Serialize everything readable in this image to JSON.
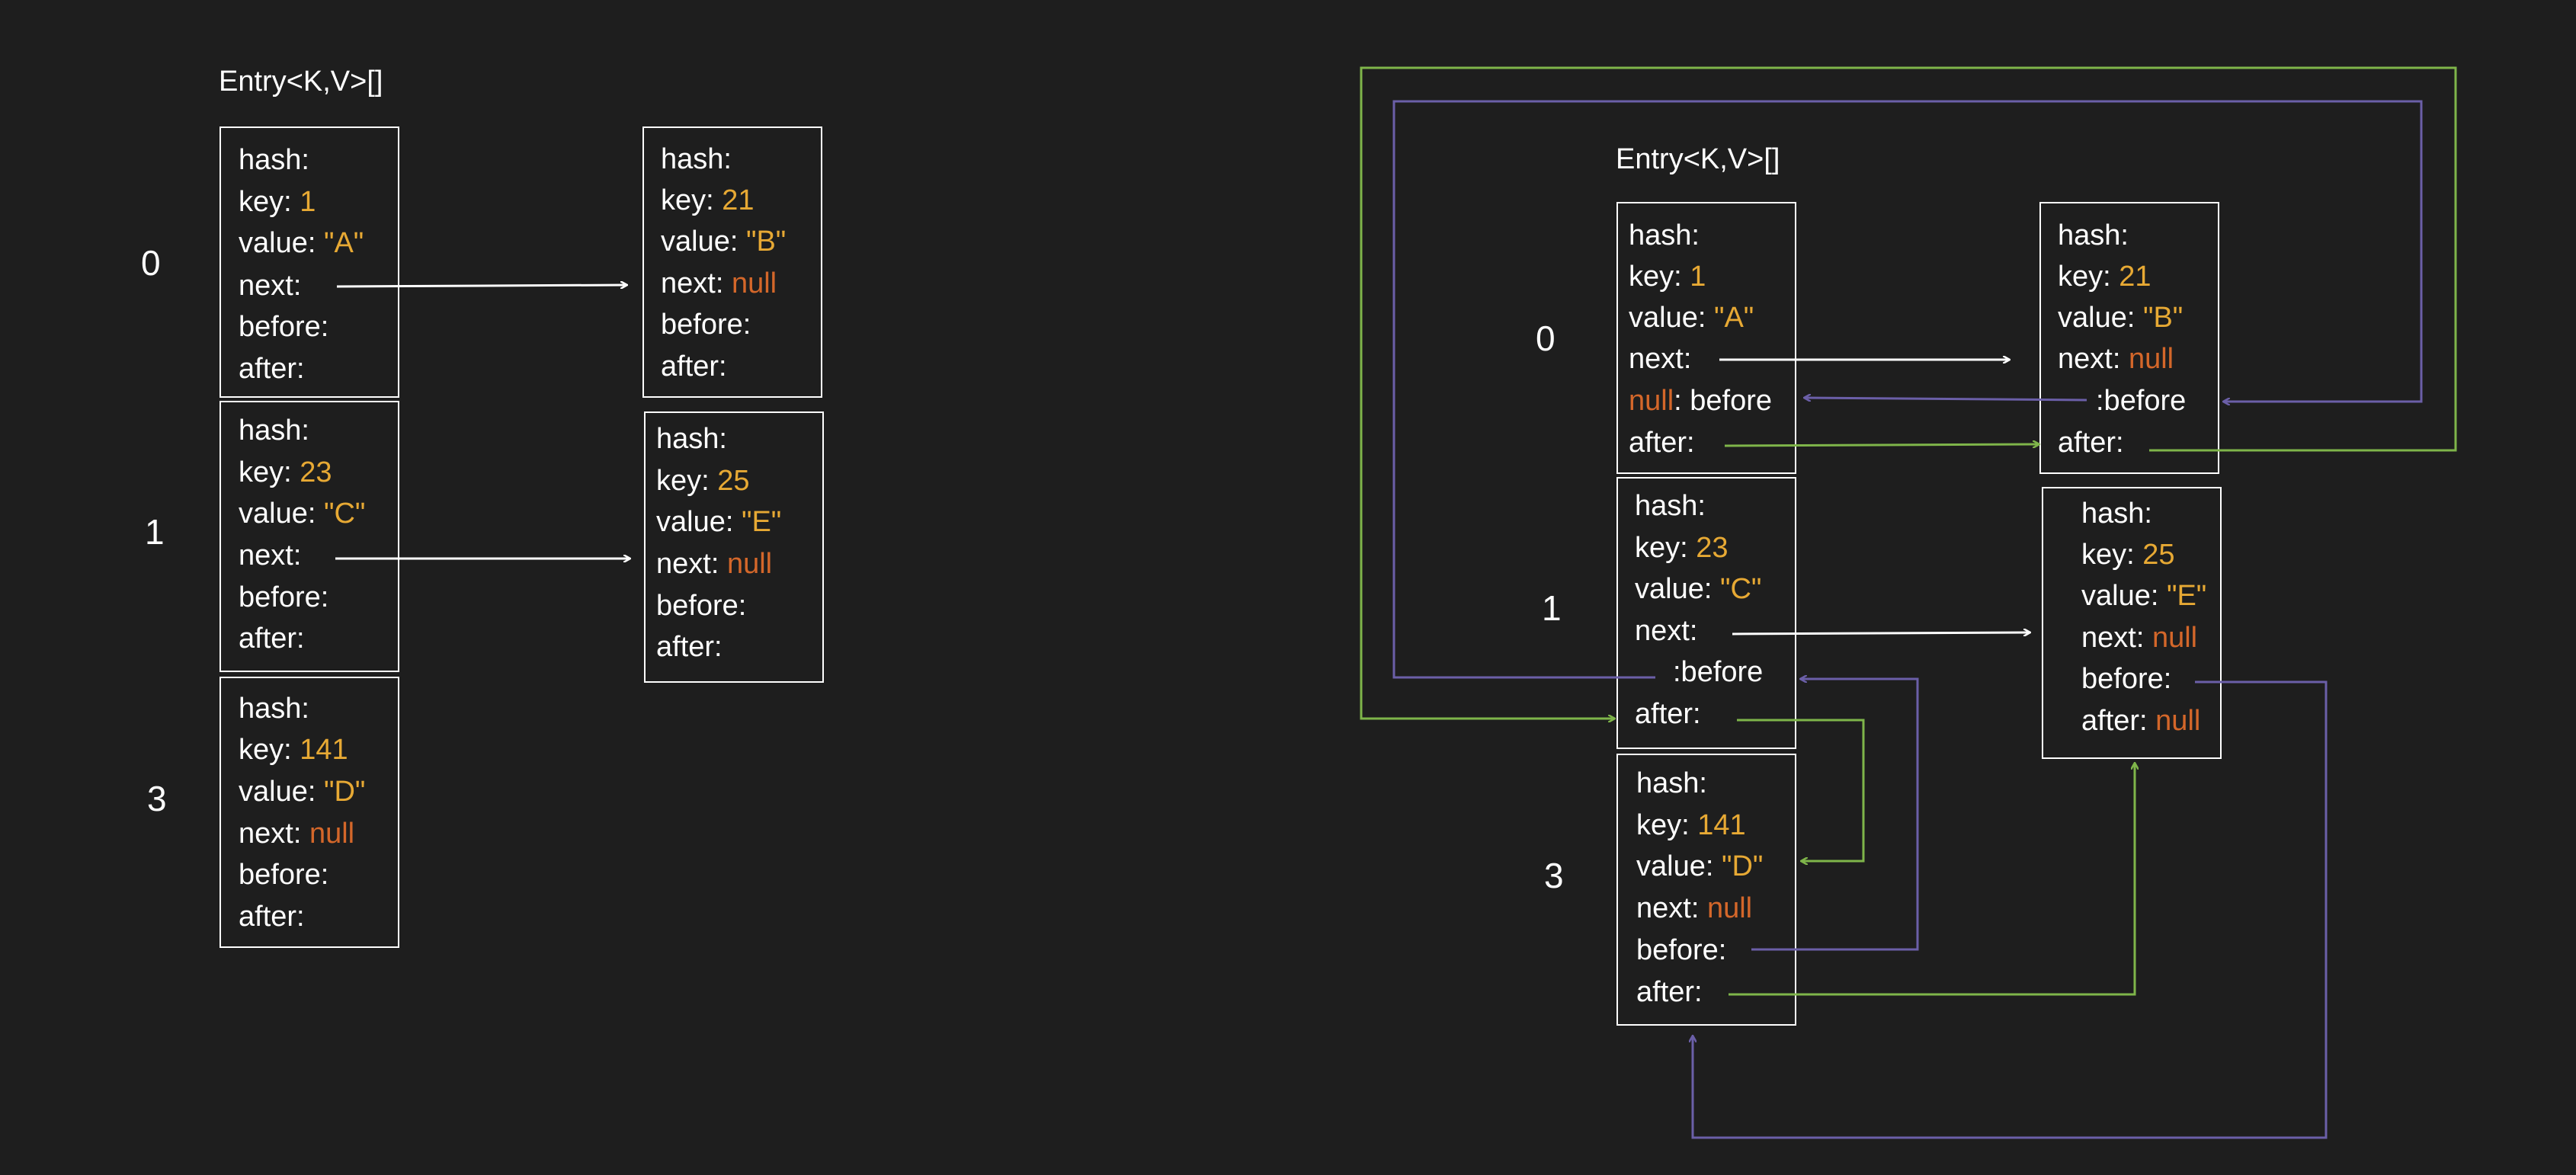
{
  "colors": {
    "background": "#1e1e1e",
    "text": "#ffffff",
    "key_value": "#e7a934",
    "null_value": "#d4672a",
    "next_arrow": "#ffffff",
    "before_arrow": "#6b5fa8",
    "after_arrow": "#7fb54a"
  },
  "labels": {
    "hash": "hash:",
    "key": "key:",
    "value": "value:",
    "next": "next:",
    "before": "before:",
    "after": "after:",
    "null": "null",
    "before_suffix": ": before",
    "before_prefix": ":before"
  },
  "left": {
    "title": "Entry<K,V>[]",
    "index_0": "0",
    "index_1": "1",
    "index_3": "3",
    "entries": {
      "a": {
        "key": "1",
        "value": "\"A\""
      },
      "b": {
        "key": "21",
        "value": "\"B\"",
        "next": "null"
      },
      "c": {
        "key": "23",
        "value": "\"C\""
      },
      "e": {
        "key": "25",
        "value": "\"E\"",
        "next": "null"
      },
      "d": {
        "key": "141",
        "value": "\"D\"",
        "next": "null"
      }
    }
  },
  "right": {
    "title": "Entry<K,V>[]",
    "index_0": "0",
    "index_1": "1",
    "index_3": "3",
    "entries": {
      "a": {
        "key": "1",
        "value": "\"A\"",
        "before": "null"
      },
      "b": {
        "key": "21",
        "value": "\"B\"",
        "next": "null"
      },
      "c": {
        "key": "23",
        "value": "\"C\""
      },
      "e": {
        "key": "25",
        "value": "\"E\"",
        "next": "null",
        "after": "null"
      },
      "d": {
        "key": "141",
        "value": "\"D\"",
        "next": "null"
      }
    }
  }
}
